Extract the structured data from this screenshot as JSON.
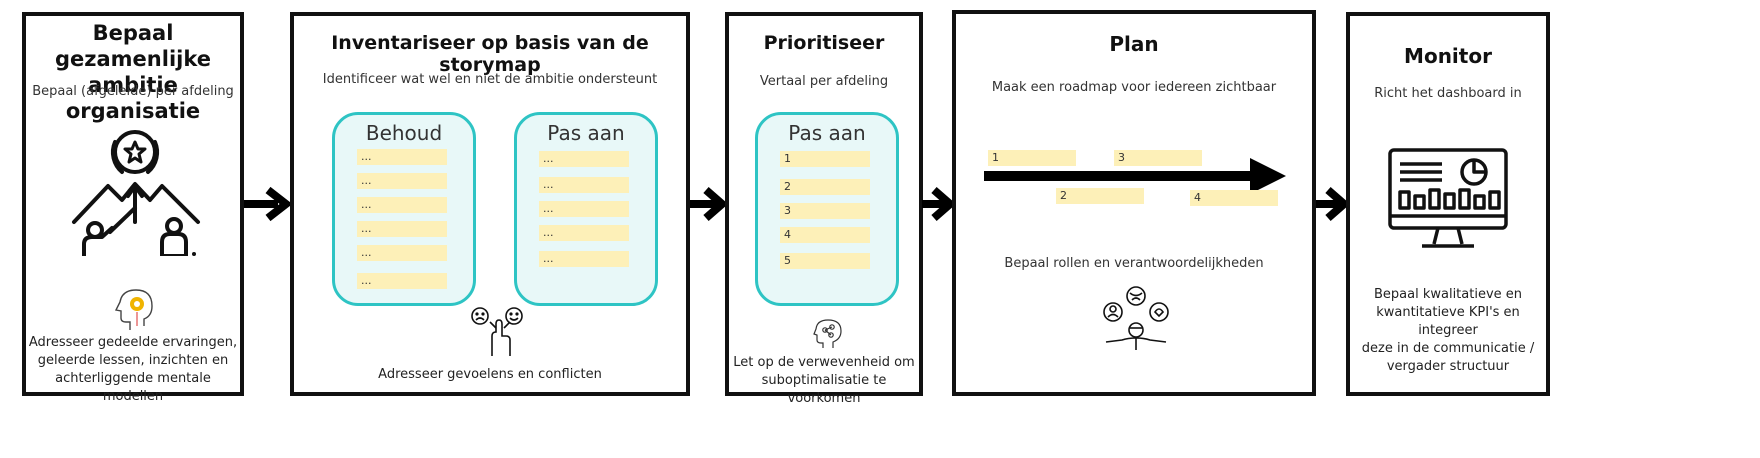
{
  "steps": [
    {
      "title_line1": "Bepaal gezamenlijke",
      "title_line2": "ambitie organisatie",
      "subtitle": "Bepaal (afgeleide) per afdeling",
      "note_lines": [
        "Adresseer gedeelde ervaringen,",
        "geleerde lessen, inzichten en",
        "achterliggende mentale modellen"
      ]
    },
    {
      "title": "Inventariseer op basis van de storymap",
      "subtitle": "Identificeer wat wel en niet de ambitie ondersteunt",
      "boxes": [
        {
          "title": "Behoud",
          "items": [
            "...",
            "...",
            "...",
            "...",
            "...",
            "..."
          ]
        },
        {
          "title": "Pas aan",
          "items": [
            "...",
            "...",
            "...",
            "...",
            "..."
          ]
        }
      ],
      "note": "Adresseer gevoelens en conflicten"
    },
    {
      "title": "Prioritiseer",
      "subtitle": "Vertaal per afdeling",
      "box": {
        "title": "Pas aan",
        "items": [
          "1",
          "2",
          "3",
          "4",
          "5"
        ]
      },
      "note_lines": [
        "Let op de verwevenheid om",
        "suboptimalisatie te voorkomen"
      ]
    },
    {
      "title": "Plan",
      "subtitle": "Maak een roadmap voor iedereen zichtbaar",
      "roadmap_items": [
        "1",
        "3",
        "2",
        "4"
      ],
      "subtitle2": "Bepaal rollen en verantwoordelijkheden"
    },
    {
      "title": "Monitor",
      "subtitle": "Richt het dashboard in",
      "note_lines": [
        "Bepaal kwalitatieve en",
        "kwantitatieve KPI's en integreer",
        "deze in de communicatie /",
        "vergader structuur"
      ]
    }
  ],
  "colors": {
    "border": "#111111",
    "box_border": "#2ec4c4",
    "box_fill": "#e8f8f8",
    "sticky": "#fdf0b8"
  },
  "icons": [
    "mountain-ambition-icon",
    "head-gear-icon",
    "emotions-hand-icon",
    "head-network-icon",
    "roles-team-icon",
    "dashboard-monitor-icon"
  ]
}
